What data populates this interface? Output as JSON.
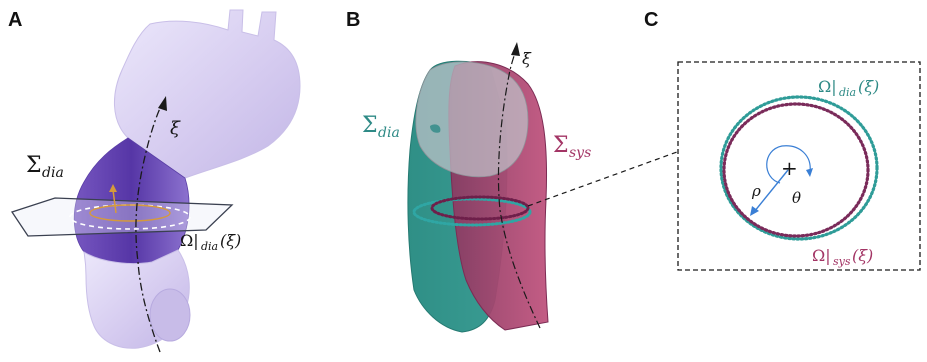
{
  "panels": {
    "a": {
      "letter": "A",
      "sigma_base": "Σ",
      "sigma_sub": "dia",
      "xi": "ξ",
      "omega_label": "Ω|",
      "omega_sub": "dia",
      "omega_arg": "(ξ)"
    },
    "b": {
      "letter": "B",
      "xi": "ξ",
      "sigma_dia_base": "Σ",
      "sigma_dia_sub": "dia",
      "sigma_sys_base": "Σ",
      "sigma_sys_sub": "sys"
    },
    "c": {
      "letter": "C",
      "omega_dia_label": "Ω|",
      "omega_dia_sub": "dia",
      "omega_dia_arg": "(ξ)",
      "omega_sys_label": "Ω|",
      "omega_sys_sub": "sys",
      "omega_sys_arg": "(ξ)",
      "rho": "ρ",
      "theta": "θ",
      "center_mark": "+"
    }
  },
  "colors": {
    "teal": "#2e8a86",
    "magenta": "#a33565",
    "lavender": "#d8d0ef",
    "purple": "#6a4fb6",
    "blue_arrow": "#3a7fd5"
  }
}
